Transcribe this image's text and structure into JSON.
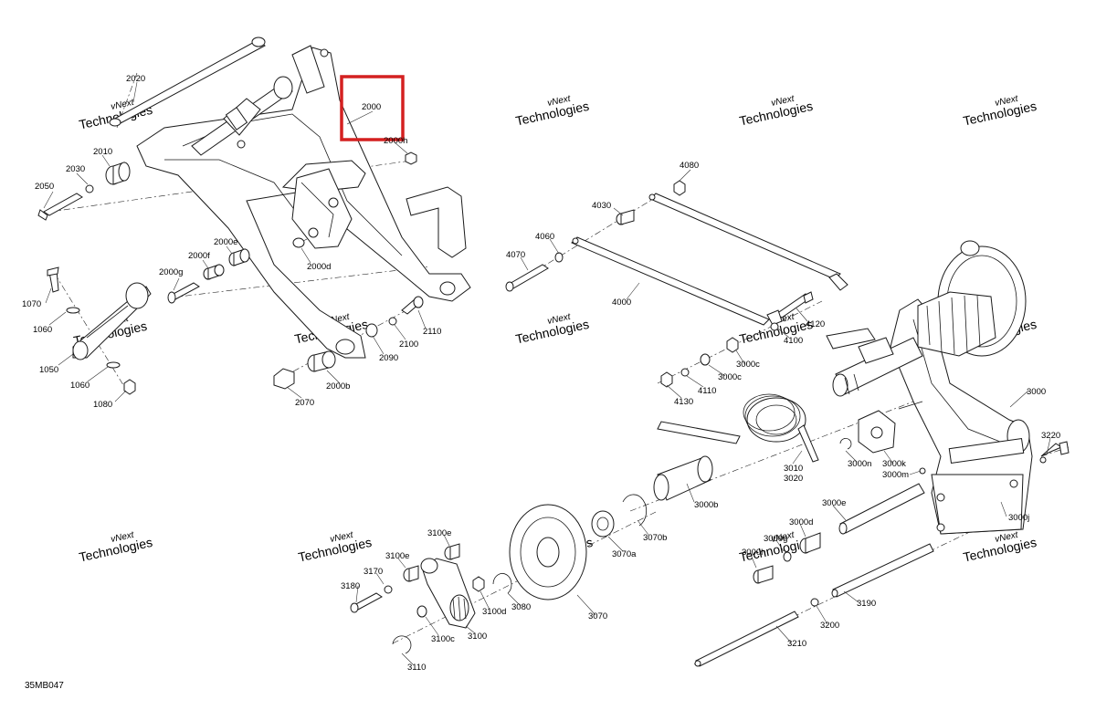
{
  "diagram": {
    "code": "35MB047",
    "watermark": {
      "line1": "vNext",
      "line2": "Technologies"
    },
    "highlight": {
      "label": "2000",
      "color": "#d42020"
    },
    "callouts": {
      "c2020": "2020",
      "c2000": "2000",
      "c2000h": "2000h",
      "c2010": "2010",
      "c2030": "2030",
      "c2050": "2050",
      "c2000e": "2000e",
      "c2000f": "2000f",
      "c2000g": "2000g",
      "c2000d": "2000d",
      "c1070": "1070",
      "c1060a": "1060",
      "c1050": "1050",
      "c1060b": "1060",
      "c1080": "1080",
      "c2110": "2110",
      "c2100": "2100",
      "c2090": "2090",
      "c2000b": "2000b",
      "c2070": "2070",
      "c4080": "4080",
      "c4030": "4030",
      "c4060": "4060",
      "c4070": "4070",
      "c4000": "4000",
      "c4120": "4120",
      "c4100": "4100",
      "c3000c1": "3000c",
      "c3000c2": "3000c",
      "c4110": "4110",
      "c4130": "4130",
      "c3000": "3000",
      "c3220": "3220",
      "c3010": "3010",
      "c3020": "3020",
      "c3000n": "3000n",
      "c3000k": "3000k",
      "c3000m": "3000m",
      "c3000b": "3000b",
      "c3070b": "3070b",
      "c3070a": "3070a",
      "c3000e": "3000e",
      "c3000j": "3000j",
      "c3000d": "3000d",
      "c3000g": "3000g",
      "c3000h": "3000h",
      "c3100e1": "3100e",
      "c3100e2": "3100e",
      "c3170": "3170",
      "c3180": "3180",
      "c3100d": "3100d",
      "c3080": "3080",
      "c3070": "3070",
      "c3100": "3100",
      "c3100c": "3100c",
      "c3110": "3110",
      "c3190": "3190",
      "c3200": "3200",
      "c3210": "3210"
    }
  }
}
